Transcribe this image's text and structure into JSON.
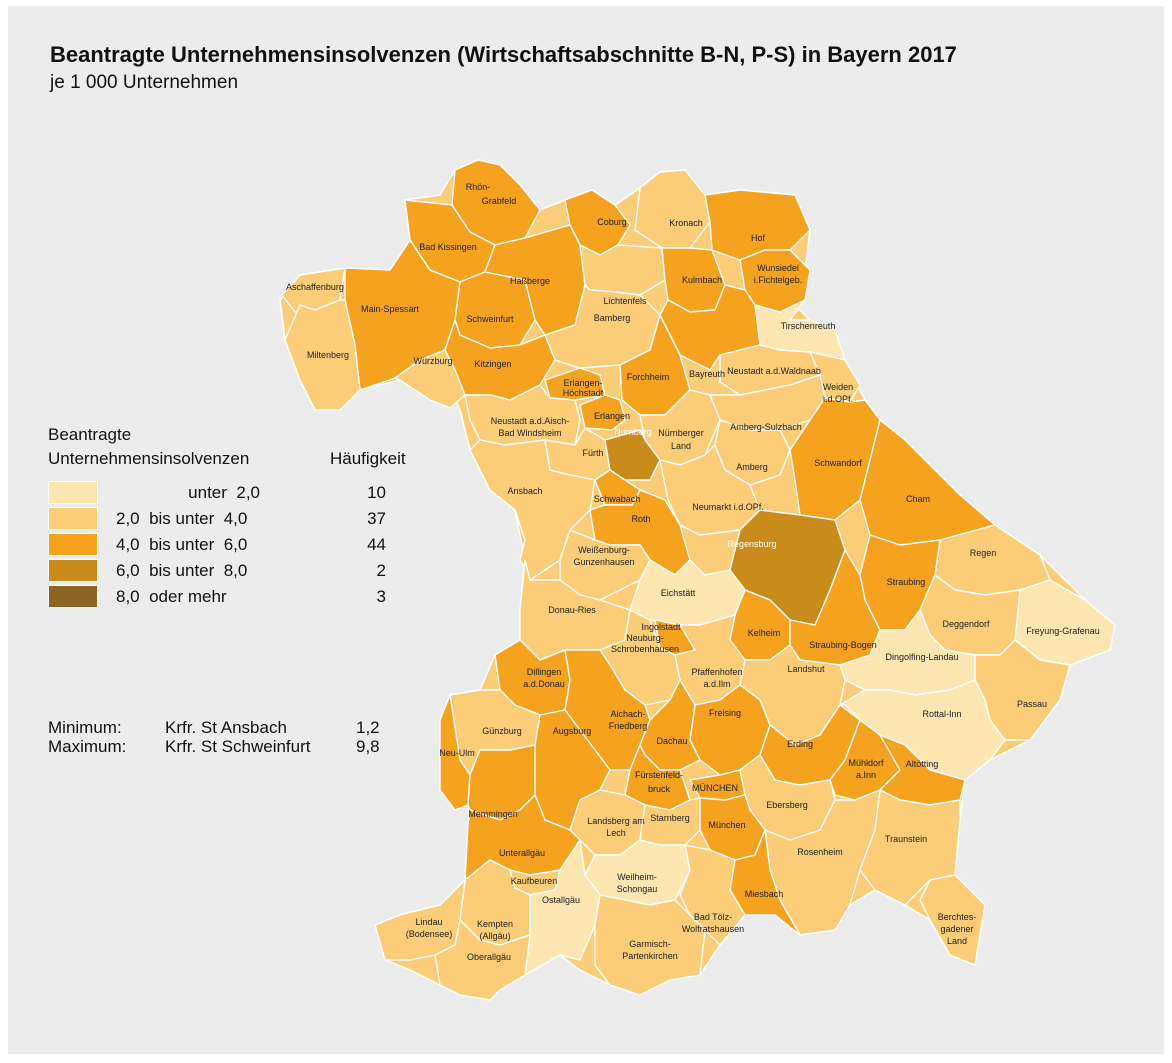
{
  "title": "Beantragte Unternehmensinsolvenzen (Wirtschaftsabschnitte B-N, P-S) in Bayern 2017",
  "subtitle": "je 1 000 Unternehmen",
  "colors": {
    "c1": "#fde6b2",
    "c2": "#fccd78",
    "c3": "#f5a31f",
    "c4": "#c98b1a",
    "c5": "#8c6424",
    "background": "#ececec",
    "border": "#ffffff"
  },
  "legend": {
    "heading_line1": "Beantragte",
    "heading_line2": "Unternehmensinsolvenzen",
    "count_heading": "Häufigkeit",
    "classes": [
      {
        "label": "unter  2,0",
        "count": "10",
        "color": "#fde6b2"
      },
      {
        "label": "2,0  bis unter  4,0",
        "count": "37",
        "color": "#fccd78"
      },
      {
        "label": "4,0  bis unter  6,0",
        "count": "44",
        "color": "#f5a31f"
      },
      {
        "label": "6,0  bis unter  8,0",
        "count": "2",
        "color": "#c98b1a"
      },
      {
        "label": "8,0  oder mehr",
        "count": "3",
        "color": "#8c6424"
      }
    ]
  },
  "minmax": {
    "min_label": "Minimum:",
    "min_region": "Krfr. St Ansbach",
    "min_value": "1,2",
    "max_label": "Maximum:",
    "max_region": "Krfr. St Schweinfurt",
    "max_value": "9,8"
  },
  "regions": [
    {
      "label": "Rhön-Grabfeld",
      "class": 3
    },
    {
      "label": "Bad Kissingen",
      "class": 3
    },
    {
      "label": "Coburg",
      "class": 3
    },
    {
      "label": "Kronach",
      "class": 2
    },
    {
      "label": "Hof",
      "class": 3
    },
    {
      "label": "Aschaffenburg",
      "class": 2
    },
    {
      "label": "Main-Spessart",
      "class": 3
    },
    {
      "label": "Schweinfurt",
      "class": 3
    },
    {
      "label": "Haßberge",
      "class": 3
    },
    {
      "label": "Lichtenfels",
      "class": 2
    },
    {
      "label": "Kulmbach",
      "class": 3
    },
    {
      "label": "Wunsiedel i.Fichtelgeb.",
      "class": 3
    },
    {
      "label": "Bamberg",
      "class": 2
    },
    {
      "label": "Tirschenreuth",
      "class": 1
    },
    {
      "label": "Miltenberg",
      "class": 2
    },
    {
      "label": "Kitzingen",
      "class": 3
    },
    {
      "label": "Bayreuth",
      "class": 3
    },
    {
      "label": "Würzburg",
      "class": 2
    },
    {
      "label": "Erlangen-Höchstadt",
      "class": 3
    },
    {
      "label": "Forchheim",
      "class": 3
    },
    {
      "label": "Neustadt a.d.Waldnaab",
      "class": 2
    },
    {
      "label": "Weiden i.d.OPf.",
      "class": 2
    },
    {
      "label": "Neustadt a.d.Aisch-Bad Windsheim",
      "class": 2
    },
    {
      "label": "Erlangen",
      "class": 3
    },
    {
      "label": "Nürnberger Land",
      "class": 2
    },
    {
      "label": "Amberg-Sulzbach",
      "class": 2
    },
    {
      "label": "Fürth",
      "class": 2
    },
    {
      "label": "Nürnberg",
      "class": 4
    },
    {
      "label": "Amberg",
      "class": 2
    },
    {
      "label": "Schwandorf",
      "class": 3
    },
    {
      "label": "Schwabach",
      "class": 3
    },
    {
      "label": "Ansbach",
      "class": 2
    },
    {
      "label": "Neumarkt i.d.OPf.",
      "class": 2
    },
    {
      "label": "Cham",
      "class": 3
    },
    {
      "label": "Roth",
      "class": 3
    },
    {
      "label": "Regensburg",
      "class": 4
    },
    {
      "label": "Regen",
      "class": 2
    },
    {
      "label": "Weißenburg-Gunzenhausen",
      "class": 2
    },
    {
      "label": "Straubing",
      "class": 3
    },
    {
      "label": "Eichstätt",
      "class": 1
    },
    {
      "label": "Freyung-Grafenau",
      "class": 1
    },
    {
      "label": "Kelheim",
      "class": 3
    },
    {
      "label": "Straubing-Bogen",
      "class": 3
    },
    {
      "label": "Donau-Ries",
      "class": 2
    },
    {
      "label": "Deggendorf",
      "class": 2
    },
    {
      "label": "Ingolstadt",
      "class": 3
    },
    {
      "label": "Neuburg-Schrobenhausen",
      "class": 2
    },
    {
      "label": "Pfaffenhofen a.d.Ilm",
      "class": 2
    },
    {
      "label": "Dingolfing-Landau",
      "class": 1
    },
    {
      "label": "Dillingen a.d.Donau",
      "class": 3
    },
    {
      "label": "Landshut",
      "class": 2
    },
    {
      "label": "Passau",
      "class": 2
    },
    {
      "label": "Rottal-Inn",
      "class": 1
    },
    {
      "label": "Aichach-Friedberg",
      "class": 3
    },
    {
      "label": "Günzburg",
      "class": 2
    },
    {
      "label": "Augsburg",
      "class": 3
    },
    {
      "label": "Freising",
      "class": 3
    },
    {
      "label": "Dachau",
      "class": 3
    },
    {
      "label": "Erding",
      "class": 3
    },
    {
      "label": "Neu-Ulm",
      "class": 3
    },
    {
      "label": "Mühldorf a.Inn",
      "class": 3
    },
    {
      "label": "Altötting",
      "class": 3
    },
    {
      "label": "Fürstenfeld-bruck",
      "class": 3
    },
    {
      "label": "MÜNCHEN",
      "class": 3
    },
    {
      "label": "Ebersberg",
      "class": 2
    },
    {
      "label": "Memmingen",
      "class": 3
    },
    {
      "label": "Landsberg am Lech",
      "class": 2
    },
    {
      "label": "Starnberg",
      "class": 2
    },
    {
      "label": "München",
      "class": 3
    },
    {
      "label": "Unterallgäu",
      "class": 3
    },
    {
      "label": "Rosenheim",
      "class": 2
    },
    {
      "label": "Traunstein",
      "class": 2
    },
    {
      "label": "Kaufbeuren",
      "class": 2
    },
    {
      "label": "Weilheim-Schongau",
      "class": 1
    },
    {
      "label": "Ostallgäu",
      "class": 1
    },
    {
      "label": "Miesbach",
      "class": 3
    },
    {
      "label": "Kempten (Allgäu)",
      "class": 2
    },
    {
      "label": "Bad Tölz-Wolfratshausen",
      "class": 2
    },
    {
      "label": "Berchtes-gadener Land",
      "class": 2
    },
    {
      "label": "Lindau (Bodensee)",
      "class": 2
    },
    {
      "label": "Oberallgäu",
      "class": 2
    },
    {
      "label": "Garmisch-Partenkirchen",
      "class": 2
    }
  ]
}
